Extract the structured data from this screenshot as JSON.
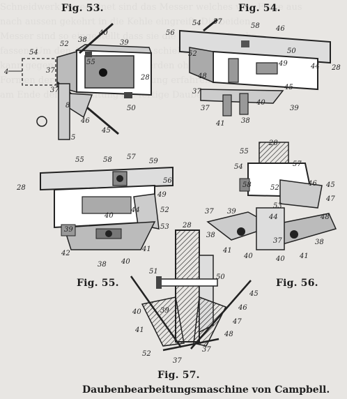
{
  "figures": [
    {
      "id": "fig53",
      "label": "Fig. 53.",
      "numbers": [
        "52",
        "54",
        "38",
        "40",
        "39",
        "55",
        "28",
        "4",
        "37",
        "37",
        "8",
        "50",
        "46",
        "45",
        "5"
      ]
    },
    {
      "id": "fig54",
      "label": "Fig. 54.",
      "numbers": [
        "54",
        "57",
        "58",
        "46",
        "56",
        "52",
        "50",
        "48",
        "49",
        "44",
        "28",
        "45",
        "37",
        "40",
        "37",
        "41",
        "38",
        "39"
      ]
    },
    {
      "id": "fig55",
      "label": "Fig. 55.",
      "numbers": [
        "55",
        "58",
        "57",
        "59",
        "56",
        "28",
        "49",
        "44",
        "52",
        "40",
        "53",
        "39",
        "41",
        "42",
        "38",
        "40"
      ]
    },
    {
      "id": "fig56",
      "label": "Fig. 56.",
      "numbers": [
        "55",
        "28",
        "54",
        "57",
        "58",
        "46",
        "45",
        "52",
        "47",
        "37",
        "39",
        "53",
        "48",
        "38",
        "44",
        "41",
        "40",
        "37",
        "38",
        "41",
        "40"
      ]
    },
    {
      "id": "fig57",
      "label": "Fig. 57.",
      "numbers": [
        "28",
        "51",
        "50",
        "45",
        "40",
        "39",
        "46",
        "41",
        "47",
        "48",
        "52",
        "37",
        "37"
      ]
    }
  ],
  "caption": "Daubenbearbeitungsmaschine von Campbell.",
  "background_text": "Schneidwerk angeordnet sind das Messer welches vom Fasse aus\nnach aussen gekehrt in die Kehle eingreift. Die beiden\nMesser sind so eingestellt dass sie die Kante der Daube\nfassen. Um den Apparat nicht zu schieben\nkann gegen die Feder gestellt werden ohne dass die\nFormen der Dauben eine Aenderung erfahren oder\nam Ende der Bearbeitung die fertige Daube"
}
